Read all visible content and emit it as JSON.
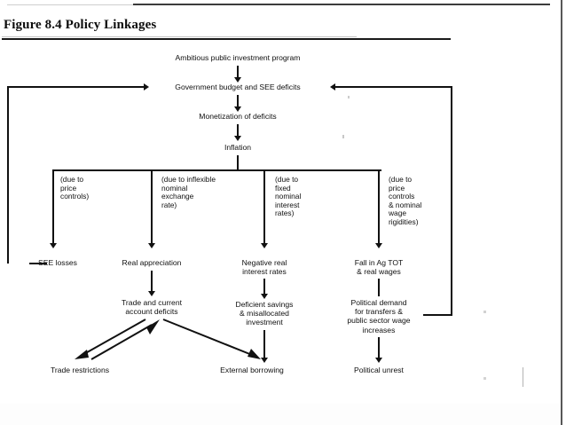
{
  "figure": {
    "title": "Figure 8.4 Policy Linkages"
  },
  "nodes": {
    "ambitious": "Ambitious public investment program",
    "govt_budget": "Government budget and SEE deficits",
    "monetization": "Monetization of deficits",
    "inflation": "Inflation",
    "see_losses": "SEE losses",
    "real_appreciation": "Real appreciation",
    "negative_real_rates": "Negative real\ninterest rates",
    "fall_ag_tot": "Fall in Ag TOT\n& real wages",
    "trade_account_deficits": "Trade and current\naccount deficits",
    "deficient_savings": "Deficient savings\n& misallocated\ninvestment",
    "political_demand": "Political demand\nfor transfers &\npublic sector wage\nincreases",
    "trade_restrictions": "Trade restrictions",
    "external_borrowing": "External borrowing",
    "political_unrest": "Political unrest"
  },
  "annotations": {
    "price_controls": "(due to\nprice\ncontrols)",
    "inflexible_exchange": "(due to inflexible\nnominal\nexchange\nrate)",
    "fixed_interest": "(due to\nfixed\nnominal\ninterest\nrates)",
    "price_controls_wage": "(due to\nprice\ncontrols\n& nominal\nwage\nrigidities)"
  },
  "colors": {
    "ink": "#111111",
    "background": "#ffffff",
    "rule": "#1a1a1a"
  }
}
